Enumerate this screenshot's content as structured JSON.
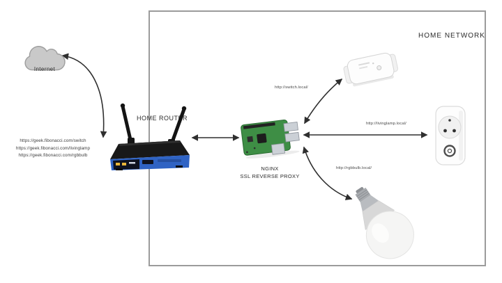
{
  "network_zone": {
    "title": "HOME NETWORK"
  },
  "internet": {
    "label": "Internet",
    "urls": [
      "https://geek.fibonacci.com/switch",
      "https://geek.fibonacci.com/livinglamp",
      "https://geek.fibonacci.com/rgbbulb"
    ]
  },
  "router": {
    "label": "HOME ROUTER"
  },
  "proxy": {
    "name": "NGINX",
    "role": "SSL REVERSE PROXY"
  },
  "devices": [
    {
      "id": "switch",
      "url": "http://switch.local/"
    },
    {
      "id": "livinglamp",
      "url": "http://livinglamp.local/"
    },
    {
      "id": "rgbbulb",
      "url": "http://rgbbulb.local/"
    }
  ],
  "icons": [
    "internet-cloud-icon",
    "home-router-image",
    "raspberry-pi-image",
    "smart-switch-image",
    "smart-socket-image",
    "smart-bulb-image"
  ],
  "colors": {
    "background": "#ffffff",
    "boundary_border": "#9b9b9b",
    "arrow": "#2f2f2f",
    "router_blue": "#2f63c4",
    "pi_green": "#3e8e45",
    "cloud_gray": "#c9c9c9",
    "device_white": "#fdfdfd"
  }
}
